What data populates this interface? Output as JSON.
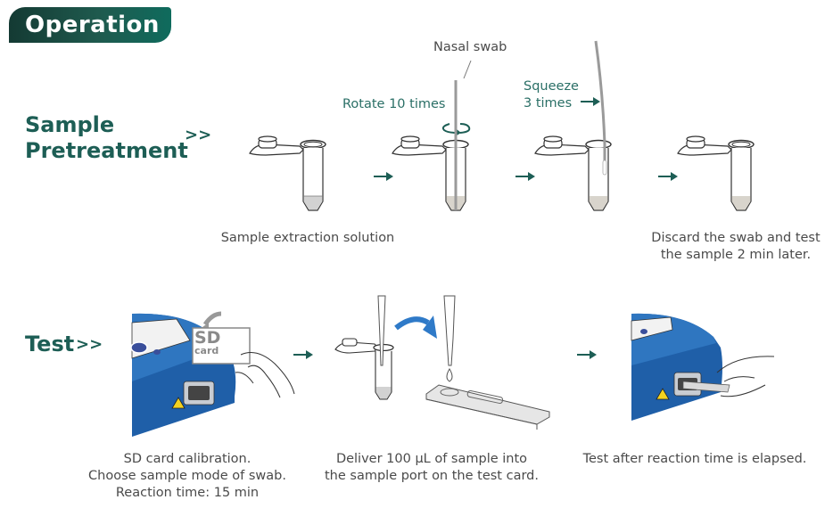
{
  "header": {
    "title": "Operation"
  },
  "colors": {
    "accent": "#1d5e55",
    "header_dark": "#143a33",
    "header_light": "#0f6b5d",
    "device_blue": "#1f5fa8",
    "caption": "#4a4a4a"
  },
  "pretreatment": {
    "title_line1": "Sample",
    "title_line2": "Pretreatment",
    "chevron": ">>",
    "steps": [
      {
        "caption": "Sample extraction solution"
      },
      {
        "label": "Rotate 10 times",
        "swab_label": "Nasal swab"
      },
      {
        "label_line1": "Squeeze",
        "label_line2": "3 times"
      },
      {
        "caption_line1": "Discard the swab and test",
        "caption_line2": "the sample 2 min later."
      }
    ]
  },
  "test": {
    "title": "Test",
    "chevron": ">>",
    "sd_card": {
      "line1": "SD",
      "line2": "card"
    },
    "steps": [
      {
        "caption_line1": "SD card calibration.",
        "caption_line2": "Choose sample mode of swab.",
        "caption_line3": "Reaction time: 15 min"
      },
      {
        "caption_line1": "Deliver 100 µL of sample into",
        "caption_line2": "the sample port on the test card."
      },
      {
        "caption_line1": "Test after reaction time is elapsed."
      }
    ]
  }
}
